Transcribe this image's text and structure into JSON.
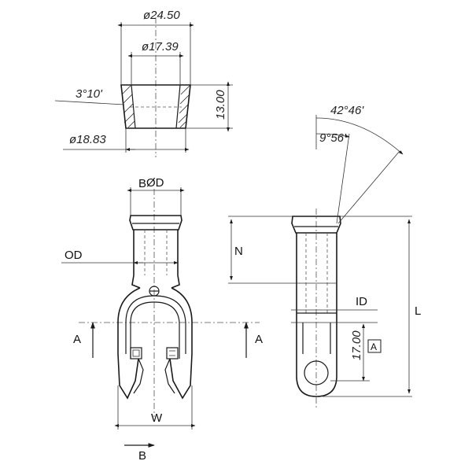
{
  "top_view": {
    "dim_outer_diameter": "ø24.50",
    "dim_inner_diameter": "ø17.39",
    "dim_bottom_diameter": "ø18.83",
    "dim_height": "13.00",
    "dim_taper_angle": "3°10'"
  },
  "side_view": {
    "dim_angle_outer": "42°46'",
    "dim_angle_inner": "9°56'",
    "label_N": "N",
    "label_ID": "ID",
    "label_L": "L",
    "dim_slot_height": "17.00",
    "datum_ref": "A"
  },
  "front_view": {
    "label_OD_top": "ØD",
    "label_B_top": "B",
    "label_OD": "OD",
    "label_A_left": "A",
    "label_A_right": "A",
    "label_W": "W",
    "label_B_bottom": "B"
  }
}
